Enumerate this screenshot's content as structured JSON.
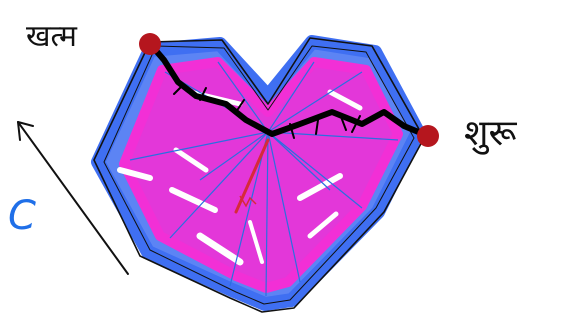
{
  "labels": {
    "end": "खत्म",
    "start": "शुरू",
    "letter": "C"
  },
  "colors": {
    "heart_blue": "#3f6ff2",
    "heart_pink": "#f22fd6",
    "heart_outline": "#111111",
    "path_black": "#000000",
    "endpoint_red": "#b5161e",
    "letter_blue": "#1f6fe8",
    "vein_blue": "#2a6fe0",
    "center_red": "#d62a3a"
  },
  "icons": {
    "arrow": "arrow-up-left-icon",
    "endpoint": "red-dot-icon"
  }
}
